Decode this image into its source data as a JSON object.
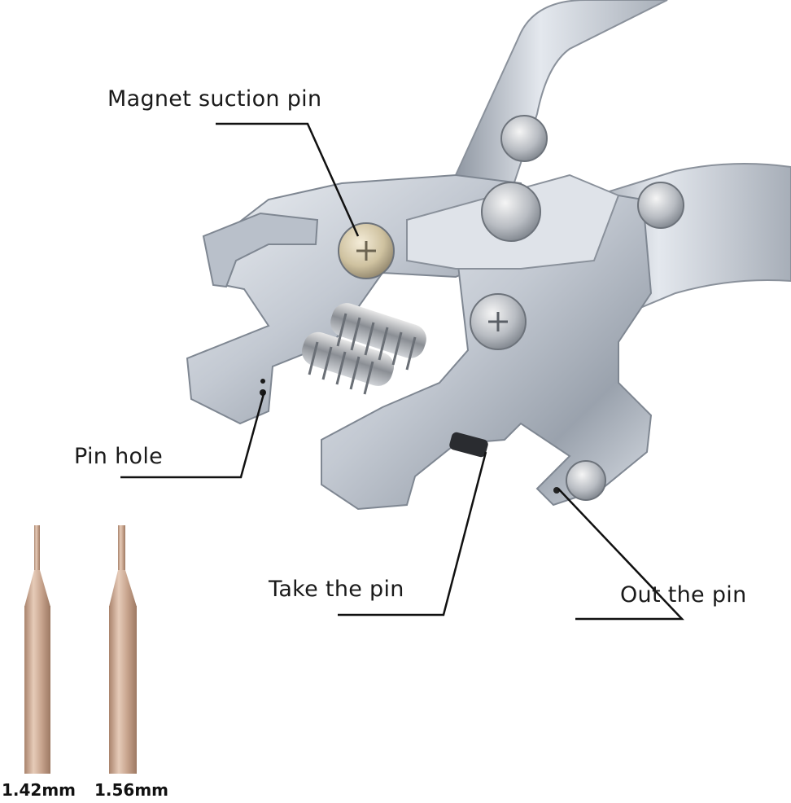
{
  "labels": {
    "magnet_suction_pin": "Magnet suction pin",
    "pin_hole": "Pin hole",
    "take_the_pin": "Take the pin",
    "out_the_pin": "Out the pin"
  },
  "pins": {
    "left_size": "1.42mm",
    "right_size": "1.56mm"
  },
  "colors": {
    "background": "#ffffff",
    "metal": "#c9ced6",
    "pin_metal": "#c8a58f",
    "leader_line": "#111111"
  }
}
